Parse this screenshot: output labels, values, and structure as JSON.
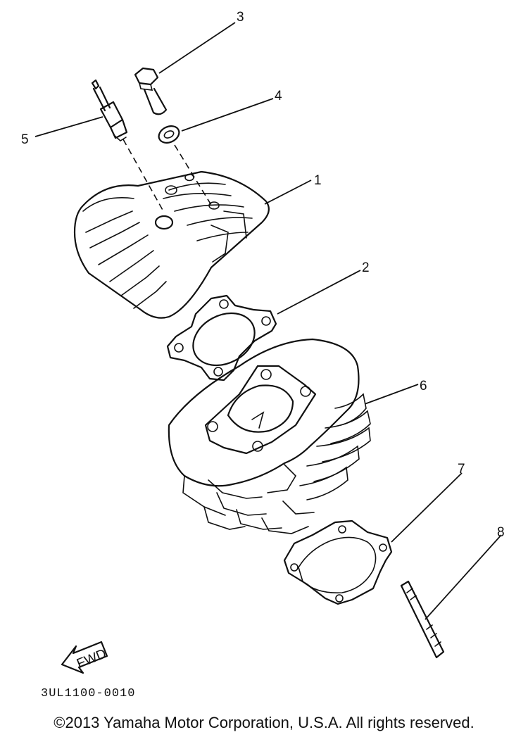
{
  "callouts": [
    "1",
    "2",
    "3",
    "4",
    "5",
    "6",
    "7",
    "8"
  ],
  "fwd_label": "FWD",
  "ref_code": "3UL1100-0010",
  "copyright": "©2013 Yamaha Motor Corporation, U.S.A. All rights reserved."
}
